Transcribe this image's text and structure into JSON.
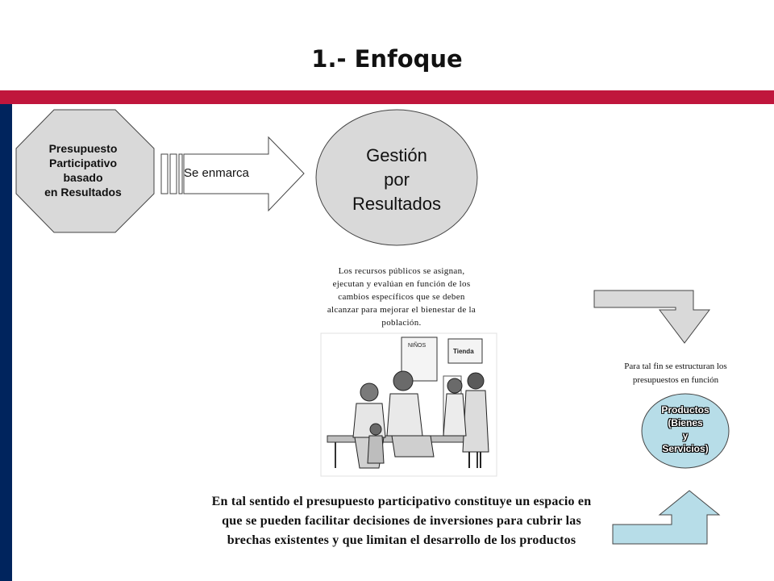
{
  "title": "1.- Enfoque",
  "colors": {
    "red_band": "#c0163c",
    "navy_band": "#00245d",
    "shape_fill": "#d9d9d9",
    "accent_fill": "#b7dde8"
  },
  "octagon": {
    "lines": [
      "Presupuesto",
      "Participativo",
      "basado",
      "en Resultados"
    ]
  },
  "arrow": {
    "label": "Se enmarca"
  },
  "circle": {
    "lines": [
      "Gestión",
      "por",
      "Resultados"
    ]
  },
  "description": "Los recursos públicos se asignan, ejecutan y evalúan en función de los cambios específicos que se deben alcanzar para mejorar el bienestar de la población.",
  "illustration": {
    "labels": [
      "NIÑOS",
      "Tienda"
    ]
  },
  "side_note": "Para tal fin se estructuran los presupuestos en función",
  "products": {
    "lines": [
      "Productos",
      "(Bienes",
      "y",
      "Servicios)"
    ]
  },
  "bottom_text": "En tal sentido el presupuesto participativo constituye un espacio en que se pueden facilitar decisiones de inversiones para cubrir  las brechas existentes y que limitan el desarrollo de los productos"
}
